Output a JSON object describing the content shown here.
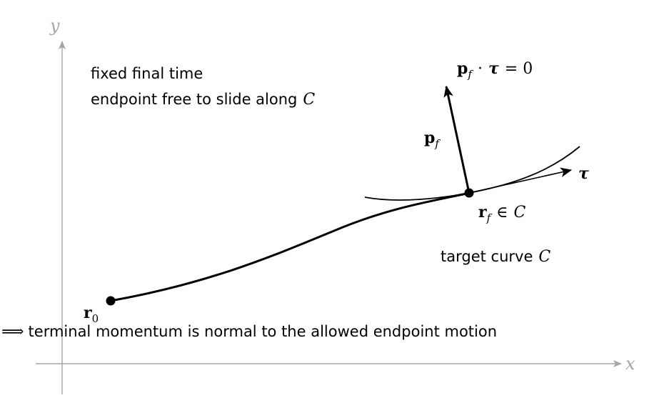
{
  "axes": {
    "x_label": "x",
    "y_label": "y",
    "color": "#a6a6a6"
  },
  "annotations": {
    "condition_line1": "fixed final time",
    "condition_line2_text": "endpoint free to slide along",
    "condition_line2_symbol": "C",
    "target_curve_text": "target curve",
    "target_curve_symbol": "C",
    "conclusion_arrow": "⟹",
    "conclusion_text": "terminal momentum is normal to the allowed endpoint motion"
  },
  "math_labels": {
    "start_point": {
      "base": "r",
      "sub": "0"
    },
    "end_point": {
      "base": "r",
      "sub": "f",
      "relation": "∈",
      "set": "C"
    },
    "momentum_vector": {
      "base": "p",
      "sub": "f"
    },
    "tangent_vector": {
      "symbol": "τ"
    },
    "orthogonality": {
      "base": "p",
      "sub": "f",
      "op": "·",
      "symbol": "τ",
      "eq": "= 0"
    }
  },
  "colors": {
    "ink": "#000000",
    "axis": "#a6a6a6"
  }
}
